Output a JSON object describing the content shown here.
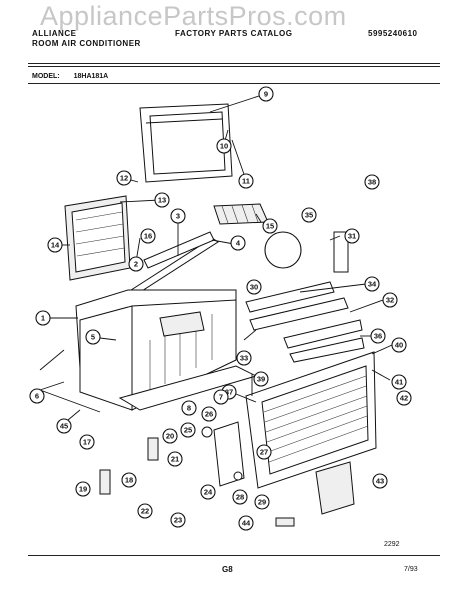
{
  "watermark": "AppliancePartsPros.com",
  "header": {
    "brand": "ALLIANCE",
    "product": "ROOM AIR CONDITIONER",
    "catalog": "FACTORY PARTS CATALOG",
    "doc_number": "5995240610"
  },
  "model": {
    "label": "MODEL:",
    "value": "18HA181A"
  },
  "callouts": [
    "1",
    "2",
    "3",
    "4",
    "5",
    "6",
    "7",
    "8",
    "9",
    "10",
    "11",
    "12",
    "13",
    "14",
    "15",
    "16",
    "17",
    "18",
    "19",
    "20",
    "21",
    "22",
    "23",
    "24",
    "25",
    "26",
    "27",
    "28",
    "29",
    "30",
    "31",
    "32",
    "33",
    "34",
    "35",
    "36",
    "37",
    "38",
    "39",
    "40",
    "41",
    "42",
    "43",
    "44",
    "45"
  ],
  "footer": {
    "drawing_number": "2292",
    "page": "G8",
    "date": "7/93"
  }
}
